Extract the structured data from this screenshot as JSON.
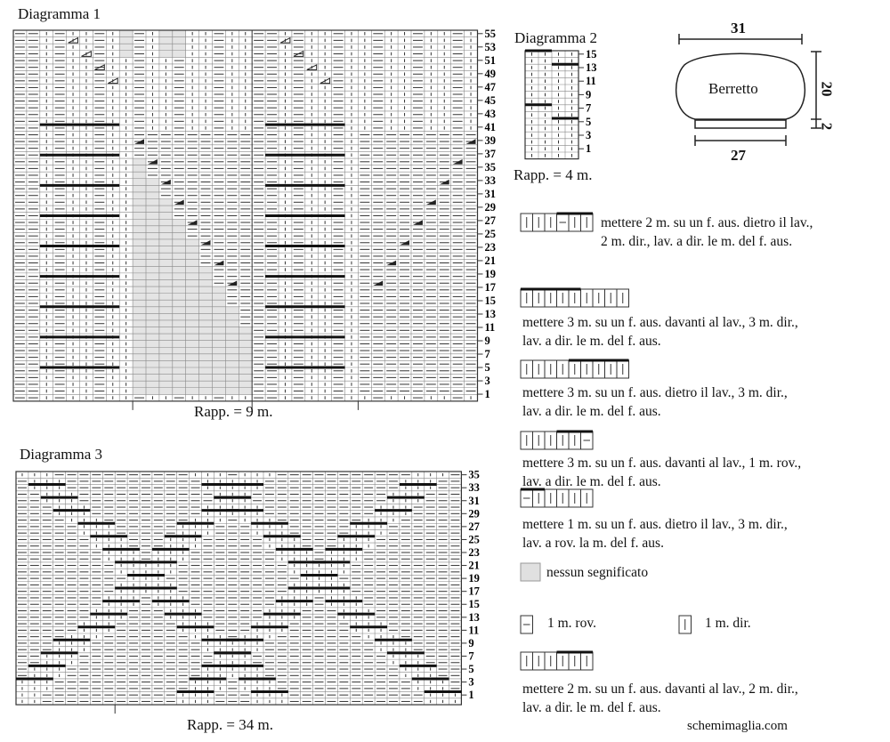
{
  "diagram1": {
    "title": "Diagramma 1",
    "rapp": "Rapp. = 9 m.",
    "row_labels": [
      "55",
      "53",
      "51",
      "49",
      "47",
      "45",
      "43",
      "41",
      "39",
      "37",
      "35",
      "33",
      "31",
      "29",
      "27",
      "25",
      "23",
      "21",
      "19",
      "17",
      "15",
      "13",
      "11",
      "9",
      "7",
      "5",
      "3",
      "1"
    ]
  },
  "diagram2": {
    "title": "Diagramma 2",
    "rapp": "Rapp. = 4 m.",
    "row_labels": [
      "15",
      "13",
      "11",
      "9",
      "7",
      "5",
      "3",
      "1"
    ]
  },
  "diagram3": {
    "title": "Diagramma 3",
    "rapp": "Rapp. = 34 m.",
    "row_labels": [
      "35",
      "33",
      "31",
      "29",
      "27",
      "25",
      "23",
      "21",
      "19",
      "17",
      "15",
      "13",
      "11",
      "9",
      "7",
      "5",
      "3",
      "1"
    ]
  },
  "schematic": {
    "label": "Berretto",
    "width_top": "31",
    "width_bottom": "27",
    "height": "20",
    "band": "2"
  },
  "legend": [
    {
      "text1": "mettere 2 m. su un f. aus. dietro il lav.,",
      "text2": "2 m. dir., lav. a dir. le m. del f. aus."
    },
    {
      "text1": "mettere 3 m. su un f. aus. davanti al lav., 3 m. dir.,",
      "text2": "lav. a dir. le m. del f. aus."
    },
    {
      "text1": "mettere 3 m. su un f. aus. dietro il lav., 3 m. dir.,",
      "text2": "lav. a dir. le m. del f. aus."
    },
    {
      "text1": "mettere 3 m. su un f. aus. davanti al lav., 1 m. rov.,",
      "text2": "lav. a dir. le m. del f. aus."
    },
    {
      "text1": "mettere 1 m. su un f. aus. dietro il lav., 3 m. dir.,",
      "text2": "lav. a rov. la m. del f. aus."
    },
    {
      "text1": "nessun segnificato"
    },
    {
      "text1": "1 m. rov.",
      "text2": "1 m. dir."
    },
    {
      "text1": "mettere 2 m. su un f. aus. davanti al lav., 2 m. dir.,",
      "text2": "lav. a dir. le m. del f. aus."
    }
  ],
  "footer": "schemimaglia.com"
}
